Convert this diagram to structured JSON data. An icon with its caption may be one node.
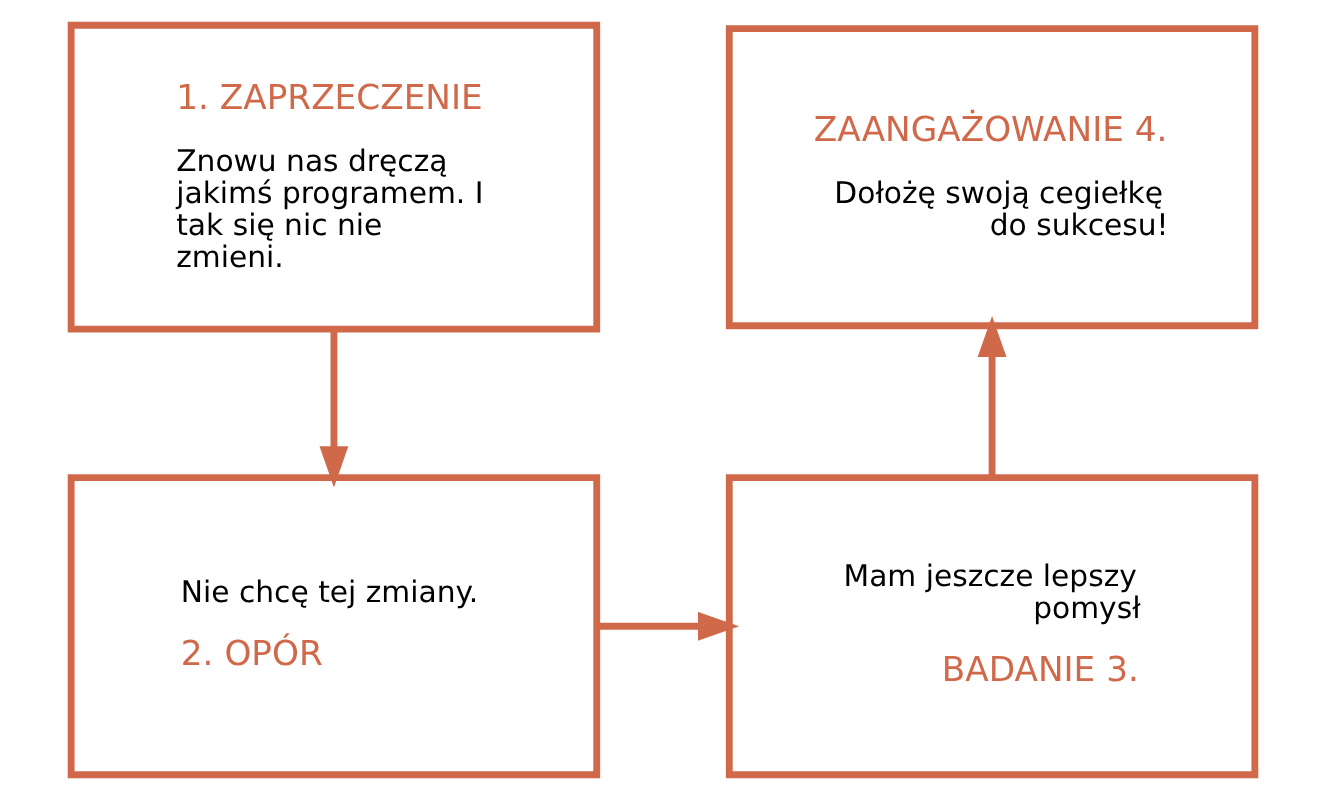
{
  "diagram": {
    "nodes": [
      {
        "text": [
          "1. ZAPRZECZENIE",
          "Znowu nas dręczą jakimś programem. I tak się nic nie zmieni."
        ]
      },
      {
        "text": [
          "ZAANGAŻOWANIE 4.",
          "Dołożę swoją cegiełkę do sukcesu!"
        ]
      },
      {
        "text": [
          "Nie chcę tej zmiany.",
          "2. OPÓR"
        ]
      },
      {
        "text": [
          "Mam jeszcze lepszy pomysł",
          "BADANIE 3."
        ]
      }
    ],
    "edges": [
      {
        "from": 0,
        "to": 2,
        "arrow": "to"
      },
      {
        "from": 2,
        "to": 3,
        "arrow": "to"
      },
      {
        "from": 3,
        "to": 1,
        "arrow": "to"
      }
    ]
  }
}
